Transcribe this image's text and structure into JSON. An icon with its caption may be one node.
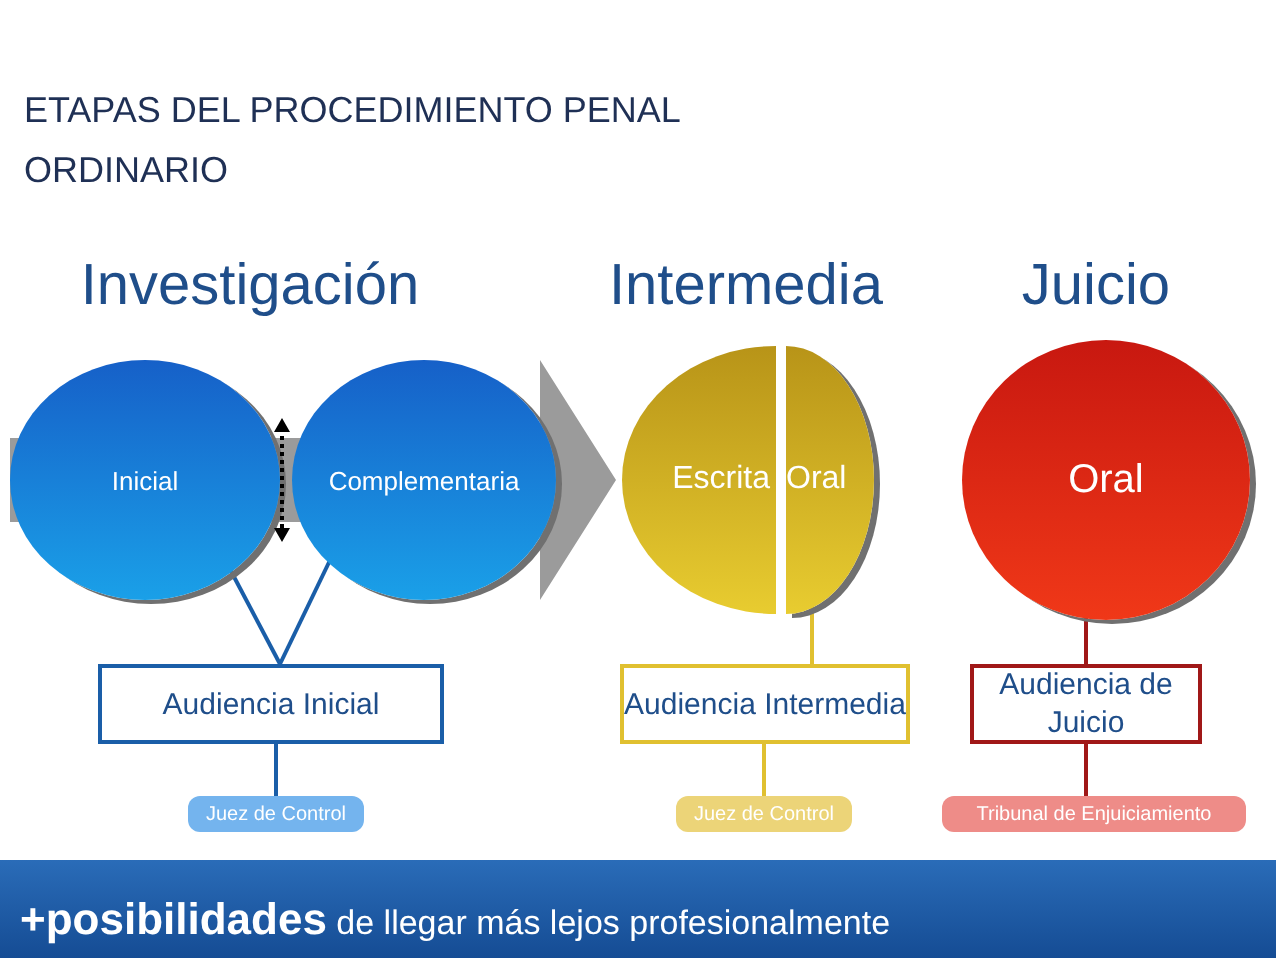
{
  "diagram": {
    "title": "ETAPAS DEL PROCEDIMIENTO PENAL ORDINARIO",
    "nodes": [
      {
        "text": [
          "Inicial"
        ]
      },
      {
        "text": [
          "Complementaria"
        ]
      },
      {
        "text": [
          "Escrita"
        ]
      },
      {
        "text": [
          "Oral"
        ]
      },
      {
        "text": [
          "Oral"
        ]
      },
      {
        "text": [
          "Audiencia Inicial"
        ]
      },
      {
        "text": [
          "Audiencia Intermedia"
        ]
      },
      {
        "text": [
          "Audiencia de Juicio"
        ]
      },
      {
        "text": [
          "Juez de Control"
        ]
      },
      {
        "text": [
          "Juez de Control"
        ]
      },
      {
        "text": [
          "Tribunal de Enjuiciamiento"
        ]
      }
    ],
    "edges": [
      {
        "from": 0,
        "to": 5,
        "arrow": "none",
        "color": "#1a5ea8"
      },
      {
        "from": 1,
        "to": 5,
        "arrow": "none",
        "color": "#1a5ea8"
      },
      {
        "from": 3,
        "to": 6,
        "arrow": "none",
        "color": "#e0c030"
      },
      {
        "from": 4,
        "to": 7,
        "arrow": "none",
        "color": "#a01818"
      },
      {
        "from": 5,
        "to": 8,
        "arrow": "none",
        "color": "#1a5ea8"
      },
      {
        "from": 6,
        "to": 9,
        "arrow": "none",
        "color": "#e0c030"
      },
      {
        "from": 7,
        "to": 10,
        "arrow": "none",
        "color": "#a01818"
      }
    ],
    "labels": [
      "Investigación",
      "Intermedia",
      "Juicio",
      "**+posibilidades** de llegar más lejos profesionalmente"
    ]
  }
}
